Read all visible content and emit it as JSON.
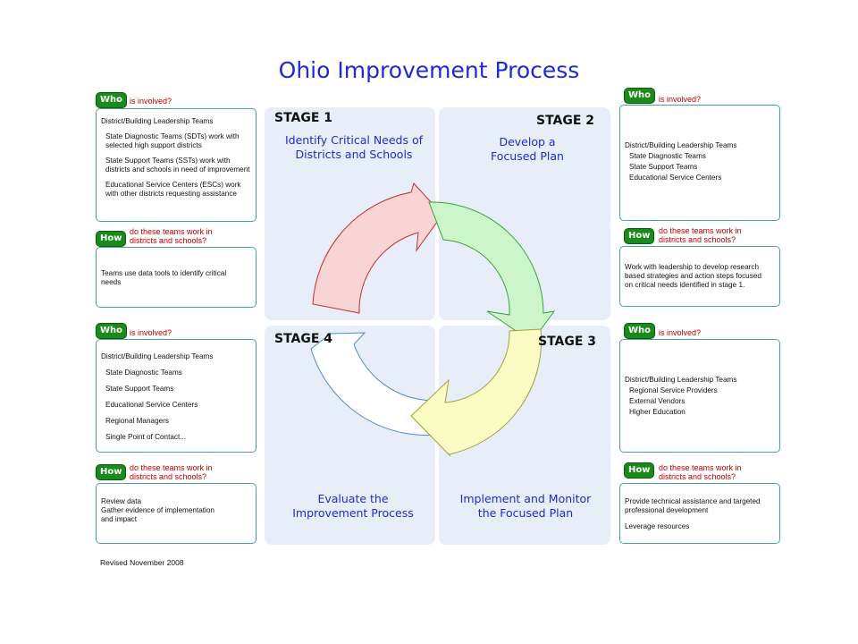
{
  "title": "Ohio Improvement Process",
  "stages": {
    "s1": {
      "label": "STAGE 1",
      "desc": "Identify Critical Needs of\nDistricts and Schools"
    },
    "s2": {
      "label": "STAGE 2",
      "desc": "Develop a\nFocused Plan"
    },
    "s3": {
      "label": "STAGE 3",
      "desc": "Implement and Monitor\nthe Focused Plan"
    },
    "s4": {
      "label": "STAGE 4",
      "desc": "Evaluate the\nImprovement Process"
    }
  },
  "tags": {
    "who": "Who",
    "how": "How",
    "who_text": "is involved?",
    "how_text": "do these teams work in\ndistricts and schools?"
  },
  "left_top_who": [
    "District/Building Leadership Teams",
    "State Diagnostic Teams (SDTs) work with\nselected high support districts",
    "State Support Teams (SSTs) work with\ndistricts and schools in need of improvement",
    "Educational Service Centers (ESCs) work\nwith other districts requesting assistance"
  ],
  "left_top_how": "Teams use data tools to identify critical\nneeds",
  "left_bottom_who": [
    "District/Building Leadership Teams",
    "State Diagnostic Teams",
    "State Support Teams",
    "Educational Service Centers",
    "Regional Managers",
    "Single Point of Contact..."
  ],
  "left_bottom_how": "Review data\nGather evidence of implementation\nand impact",
  "right_top_who": [
    "District/Building Leadership Teams",
    "State Diagnostic Teams",
    "State Support Teams",
    "Educational Service Centers"
  ],
  "right_top_how": "Work with leadership to develop research\nbased strategies and action steps focused\non critical needs identified in stage 1.",
  "right_bottom_who": [
    "District/Building Leadership Teams",
    "Regional Service Providers",
    "External Vendors",
    "Higher Education"
  ],
  "right_bottom_how": [
    "Provide technical assistance and targeted\nprofessional development",
    "Leverage resources"
  ],
  "revised": "Revised November 2008",
  "colors": {
    "arrow_stage1": "#f9d4d4",
    "arrow_stage2": "#ccf5cc",
    "arrow_stage3": "#fbfbc4",
    "arrow_stage4": "#ffffff",
    "tag_green": "#1a8a1a",
    "title_blue": "#1f2ad4"
  }
}
